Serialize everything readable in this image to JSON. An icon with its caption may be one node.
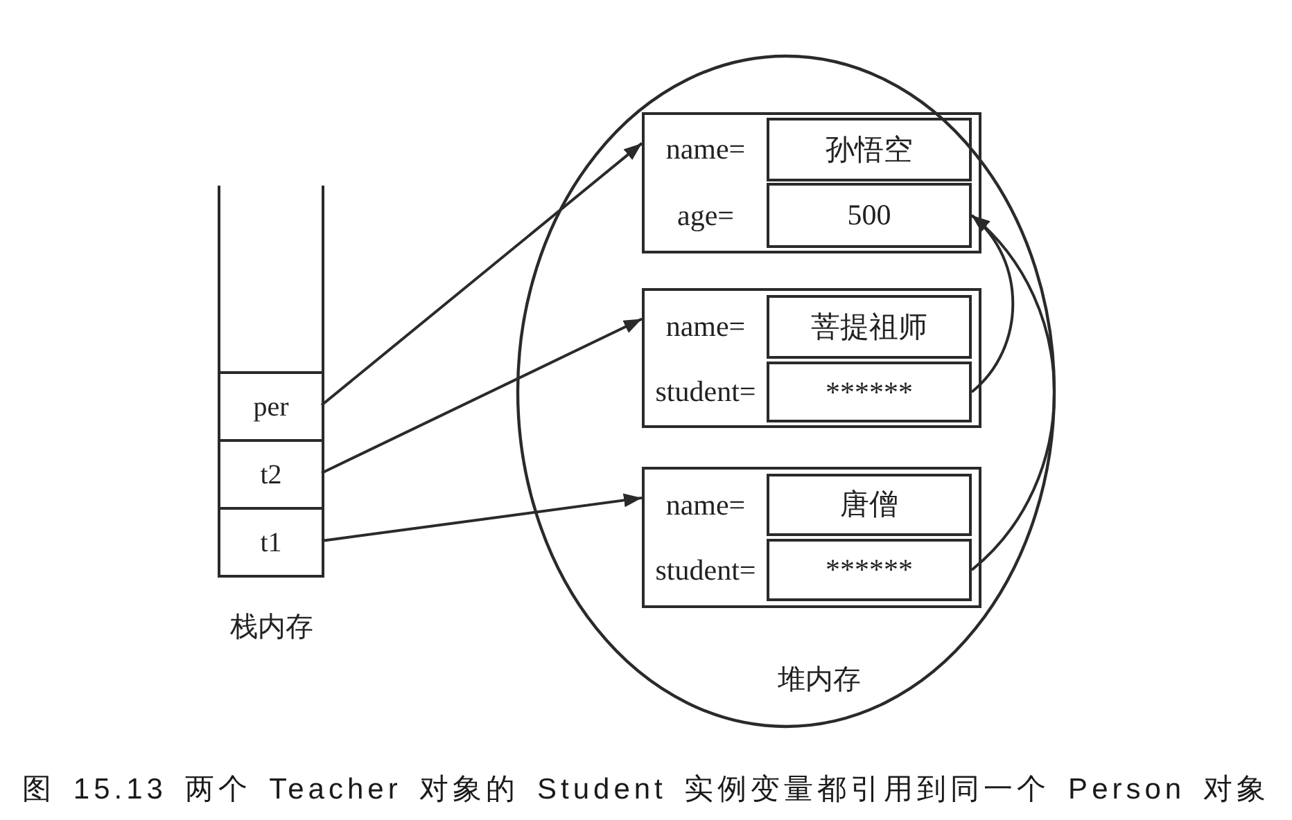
{
  "diagram": {
    "caption": "图 15.13 两个 Teacher 对象的 Student 实例变量都引用到同一个 Person 对象",
    "nodes": [
      {
        "text": [
          "栈内存"
        ]
      },
      {
        "text": [
          "per"
        ],
        "in": 0
      },
      {
        "text": [
          "t2"
        ],
        "in": 0
      },
      {
        "text": [
          "t1"
        ],
        "in": 0
      },
      {
        "text": [
          "堆内存"
        ]
      },
      {
        "text": [
          "name=",
          "age="
        ],
        "in": 4
      },
      {
        "text": [
          "孙悟空"
        ],
        "in": 5
      },
      {
        "text": [
          "500"
        ],
        "in": 5
      },
      {
        "text": [
          "name=",
          "student="
        ],
        "in": 4
      },
      {
        "text": [
          "菩提祖师"
        ],
        "in": 8
      },
      {
        "text": [
          "******"
        ],
        "in": 8
      },
      {
        "text": [
          "name=",
          "student="
        ],
        "in": 4
      },
      {
        "text": [
          "唐僧"
        ],
        "in": 11
      },
      {
        "text": [
          "******"
        ],
        "in": 11
      }
    ],
    "edges": [
      {
        "from": 1,
        "to": 5,
        "arrow": "to"
      },
      {
        "from": 2,
        "to": 8,
        "arrow": "to"
      },
      {
        "from": 3,
        "to": 11,
        "arrow": "to"
      },
      {
        "from": 10,
        "to": 7,
        "arrow": "to"
      },
      {
        "from": 13,
        "to": 7,
        "arrow": "to"
      }
    ]
  }
}
